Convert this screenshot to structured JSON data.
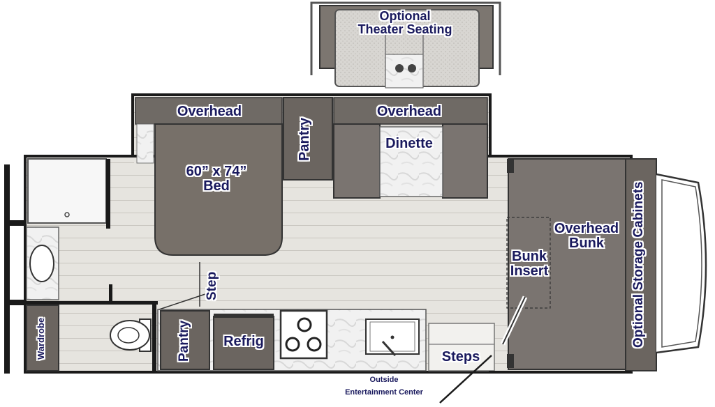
{
  "labels": {
    "theater_seating": "Optional\nTheater Seating",
    "overhead_bed": "Overhead",
    "bed": "60” x 74”\nBed",
    "pantry_top": "Pantry",
    "overhead_dinette": "Overhead",
    "dinette": "Dinette",
    "overhead_bunk": "Overhead\nBunk",
    "bunk_insert": "Bunk\nInsert",
    "storage_cabinets": "Optional Storage Cabinets",
    "step": "Step",
    "wardrobe": "Wardrobe",
    "pantry_bottom": "Pantry",
    "refrig": "Refrig",
    "steps": "Steps",
    "outside": "Outside",
    "entertainment": "Entertainment Center"
  },
  "colors": {
    "label_text": "#1a1a5e",
    "wall": "#1a1a1a",
    "cabinet": "#6b6560",
    "floor": "#e4e2dd",
    "cab_floor": "#7a7470"
  }
}
